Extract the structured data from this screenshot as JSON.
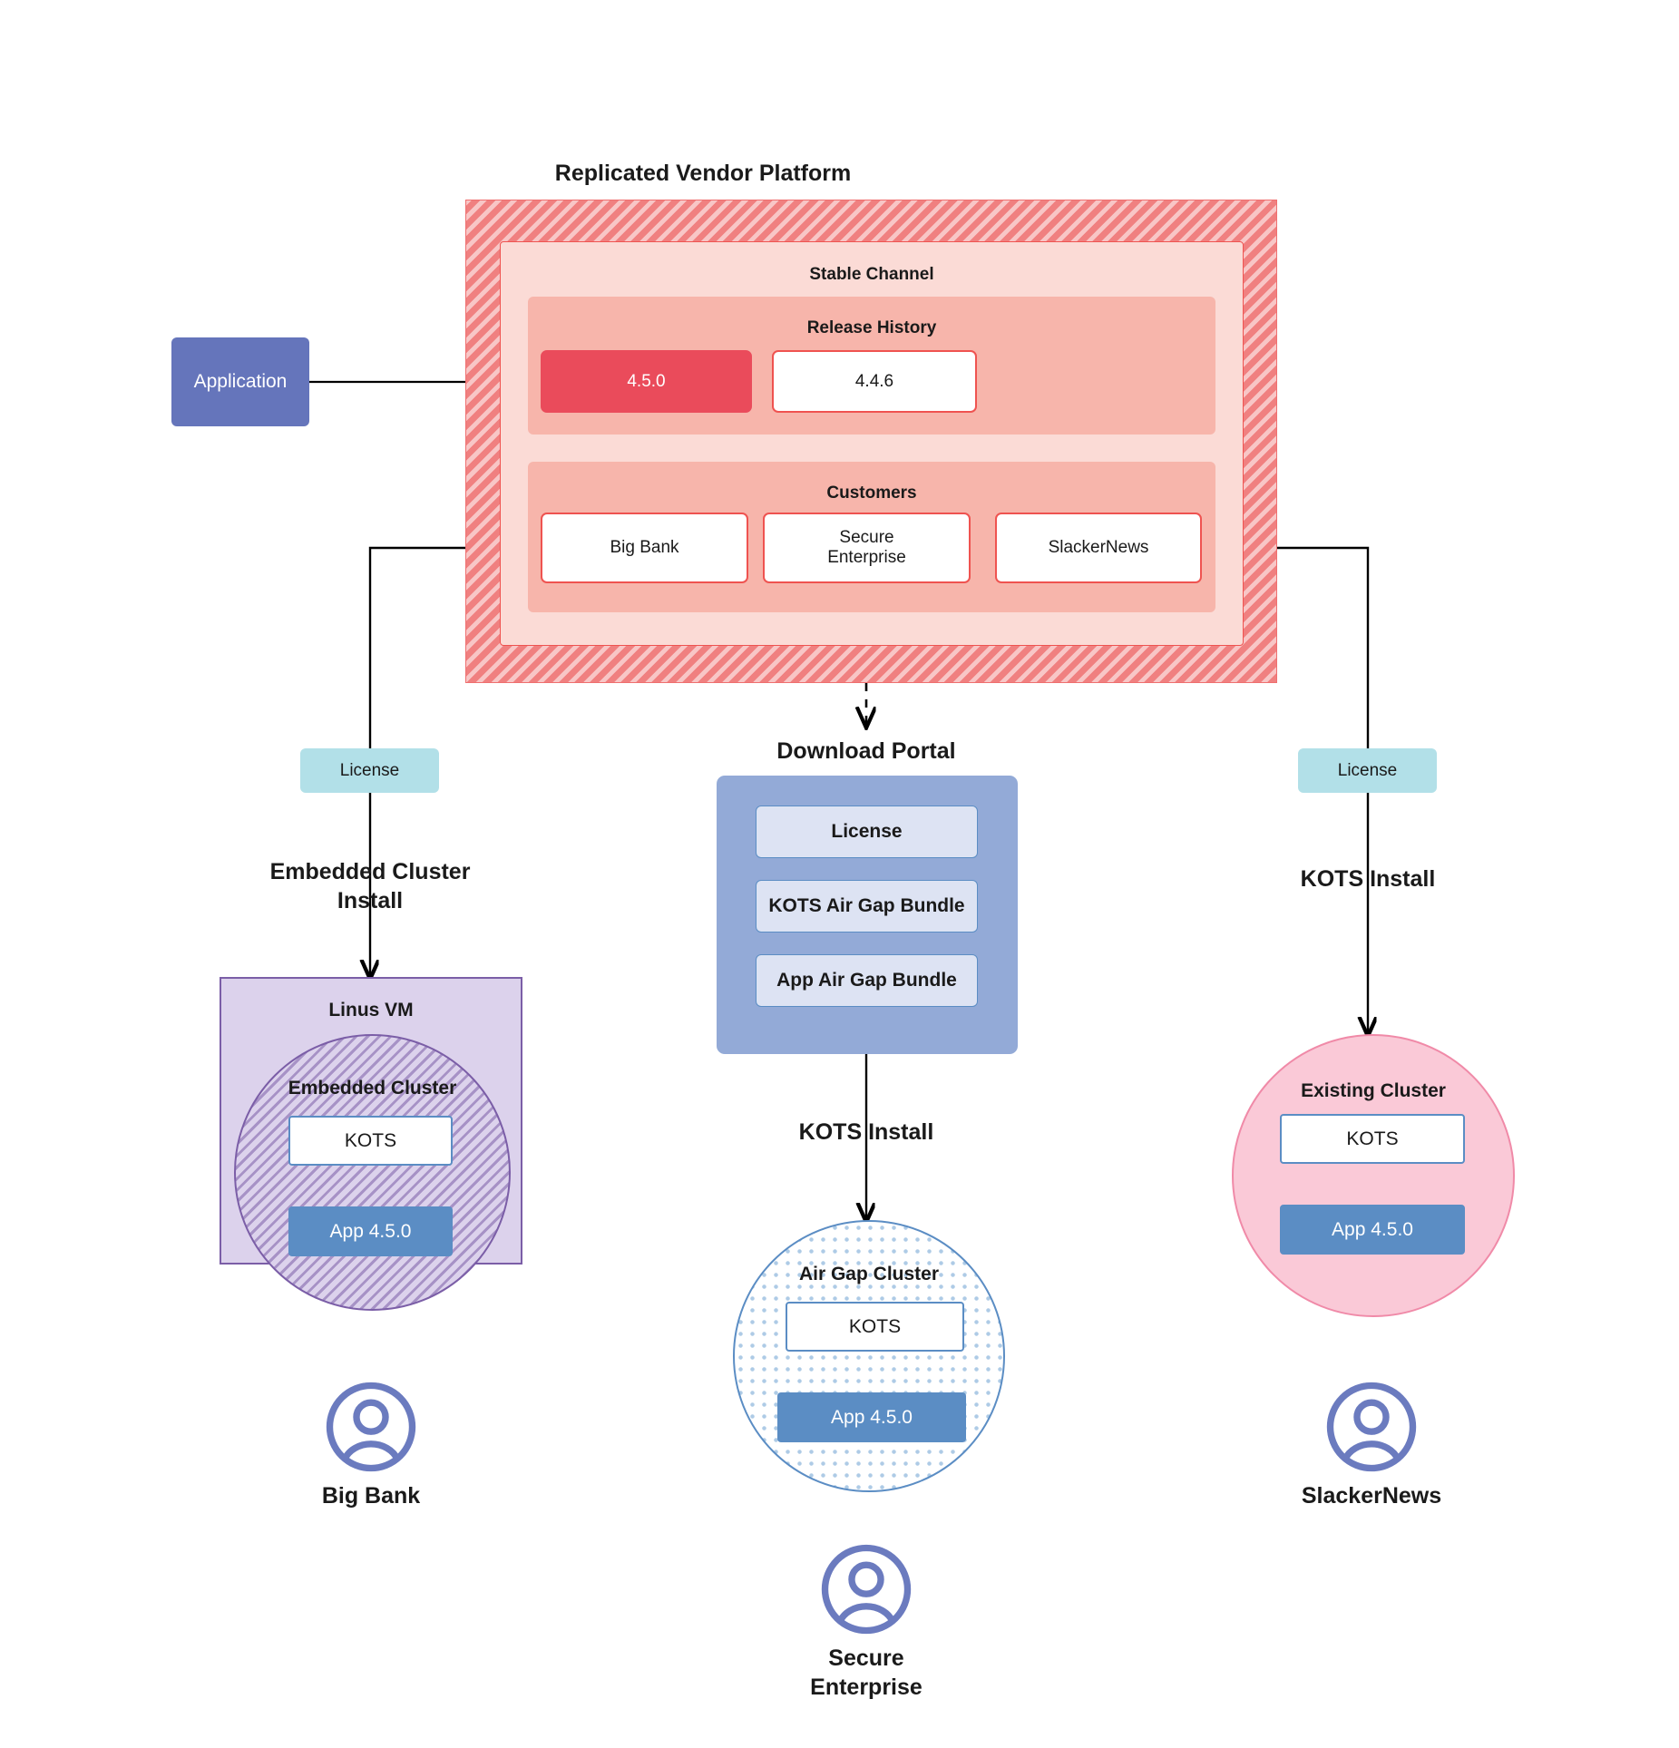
{
  "diagram": {
    "title": "Replicated Vendor Platform"
  },
  "application": {
    "label": "Application"
  },
  "vendor_platform": {
    "title": "Replicated Vendor Platform",
    "stable_channel": {
      "title": "Stable Channel",
      "release_history": {
        "title": "Release History",
        "releases": [
          {
            "version": "4.5.0",
            "state": "current"
          },
          {
            "version": "4.4.6",
            "state": "previous"
          }
        ]
      },
      "customers": {
        "title": "Customers",
        "items": [
          {
            "name": "Big Bank"
          },
          {
            "name": "Secure\nEnterprise"
          },
          {
            "name": "SlackerNews"
          }
        ]
      }
    }
  },
  "left_flow": {
    "license_label": "License",
    "install_caption": "Embedded Cluster\nInstall",
    "vm": {
      "title": "Linus VM",
      "cluster_title": "Embedded Cluster",
      "kots_label": "KOTS",
      "app_label": "App 4.5.0"
    },
    "persona": "Big Bank",
    "avatar_icon": "user-avatar-icon"
  },
  "center_flow": {
    "portal_title": "Download  Portal",
    "portal_items": [
      {
        "label": "License"
      },
      {
        "label": "KOTS Air Gap Bundle"
      },
      {
        "label": "App Air Gap Bundle"
      }
    ],
    "install_caption": "KOTS Install",
    "cluster": {
      "title": "Air Gap Cluster",
      "kots_label": "KOTS",
      "app_label": "App 4.5.0"
    },
    "persona": "Secure\nEnterprise",
    "avatar_icon": "user-avatar-icon"
  },
  "right_flow": {
    "license_label": "License",
    "install_caption": "KOTS Install",
    "cluster": {
      "title": "Existing Cluster",
      "kots_label": "KOTS",
      "app_label": "App 4.5.0"
    },
    "persona": "SlackerNews",
    "avatar_icon": "user-avatar-icon"
  },
  "colors": {
    "platform_hatch": "#f08080",
    "stable_channel_bg": "#fbdbd6",
    "band_bg": "#f7b5ab",
    "release_current": "#ea4b5b",
    "accent_red": "#ef5350",
    "application_blue": "#6575bb",
    "license_teal": "#b2e0e8",
    "portal_blue": "#93aad7",
    "portal_item_bg": "#dde3f3",
    "kots_border": "#5b8dc4",
    "app_blue": "#5b8dc4",
    "vm_purple": "#dcd2ec",
    "vm_border": "#7b5ea7",
    "existing_cluster_pink": "#fac9d7",
    "existing_cluster_border": "#f08aa8",
    "avatar_purple": "#6b7bbf",
    "edge_black": "#000000"
  }
}
